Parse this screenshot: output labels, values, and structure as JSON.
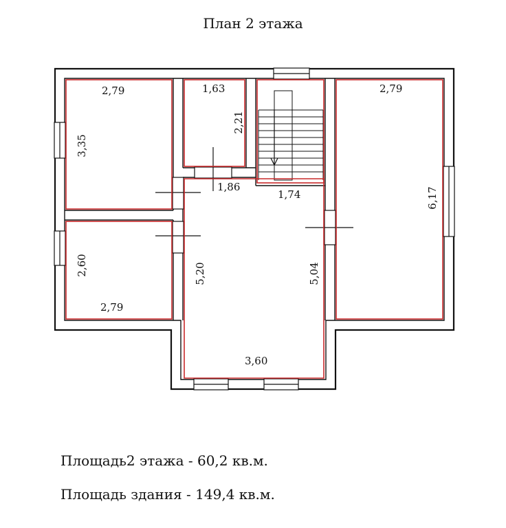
{
  "title": "План 2 этажа",
  "dimensions": {
    "room_top_left_width": "2,79",
    "room_top_left_height": "3,35",
    "closet_width": "1,63",
    "closet_height": "2,21",
    "hall_width": "1,86",
    "stair_width": "1,74",
    "room_right_width": "2,79",
    "room_right_height": "6,17",
    "room_bottom_left_height": "2,60",
    "room_bottom_left_width": "2,79",
    "hall_height_left": "5,20",
    "hall_height_right": "5,04",
    "hall_bottom_width": "3,60"
  },
  "areas": {
    "floor": "Площадь2 этажа - 60,2 кв.м.",
    "building": "Площадь здания - 149,4 кв.м."
  },
  "colors": {
    "wall": "#111111",
    "room_outline": "#c8282a"
  }
}
